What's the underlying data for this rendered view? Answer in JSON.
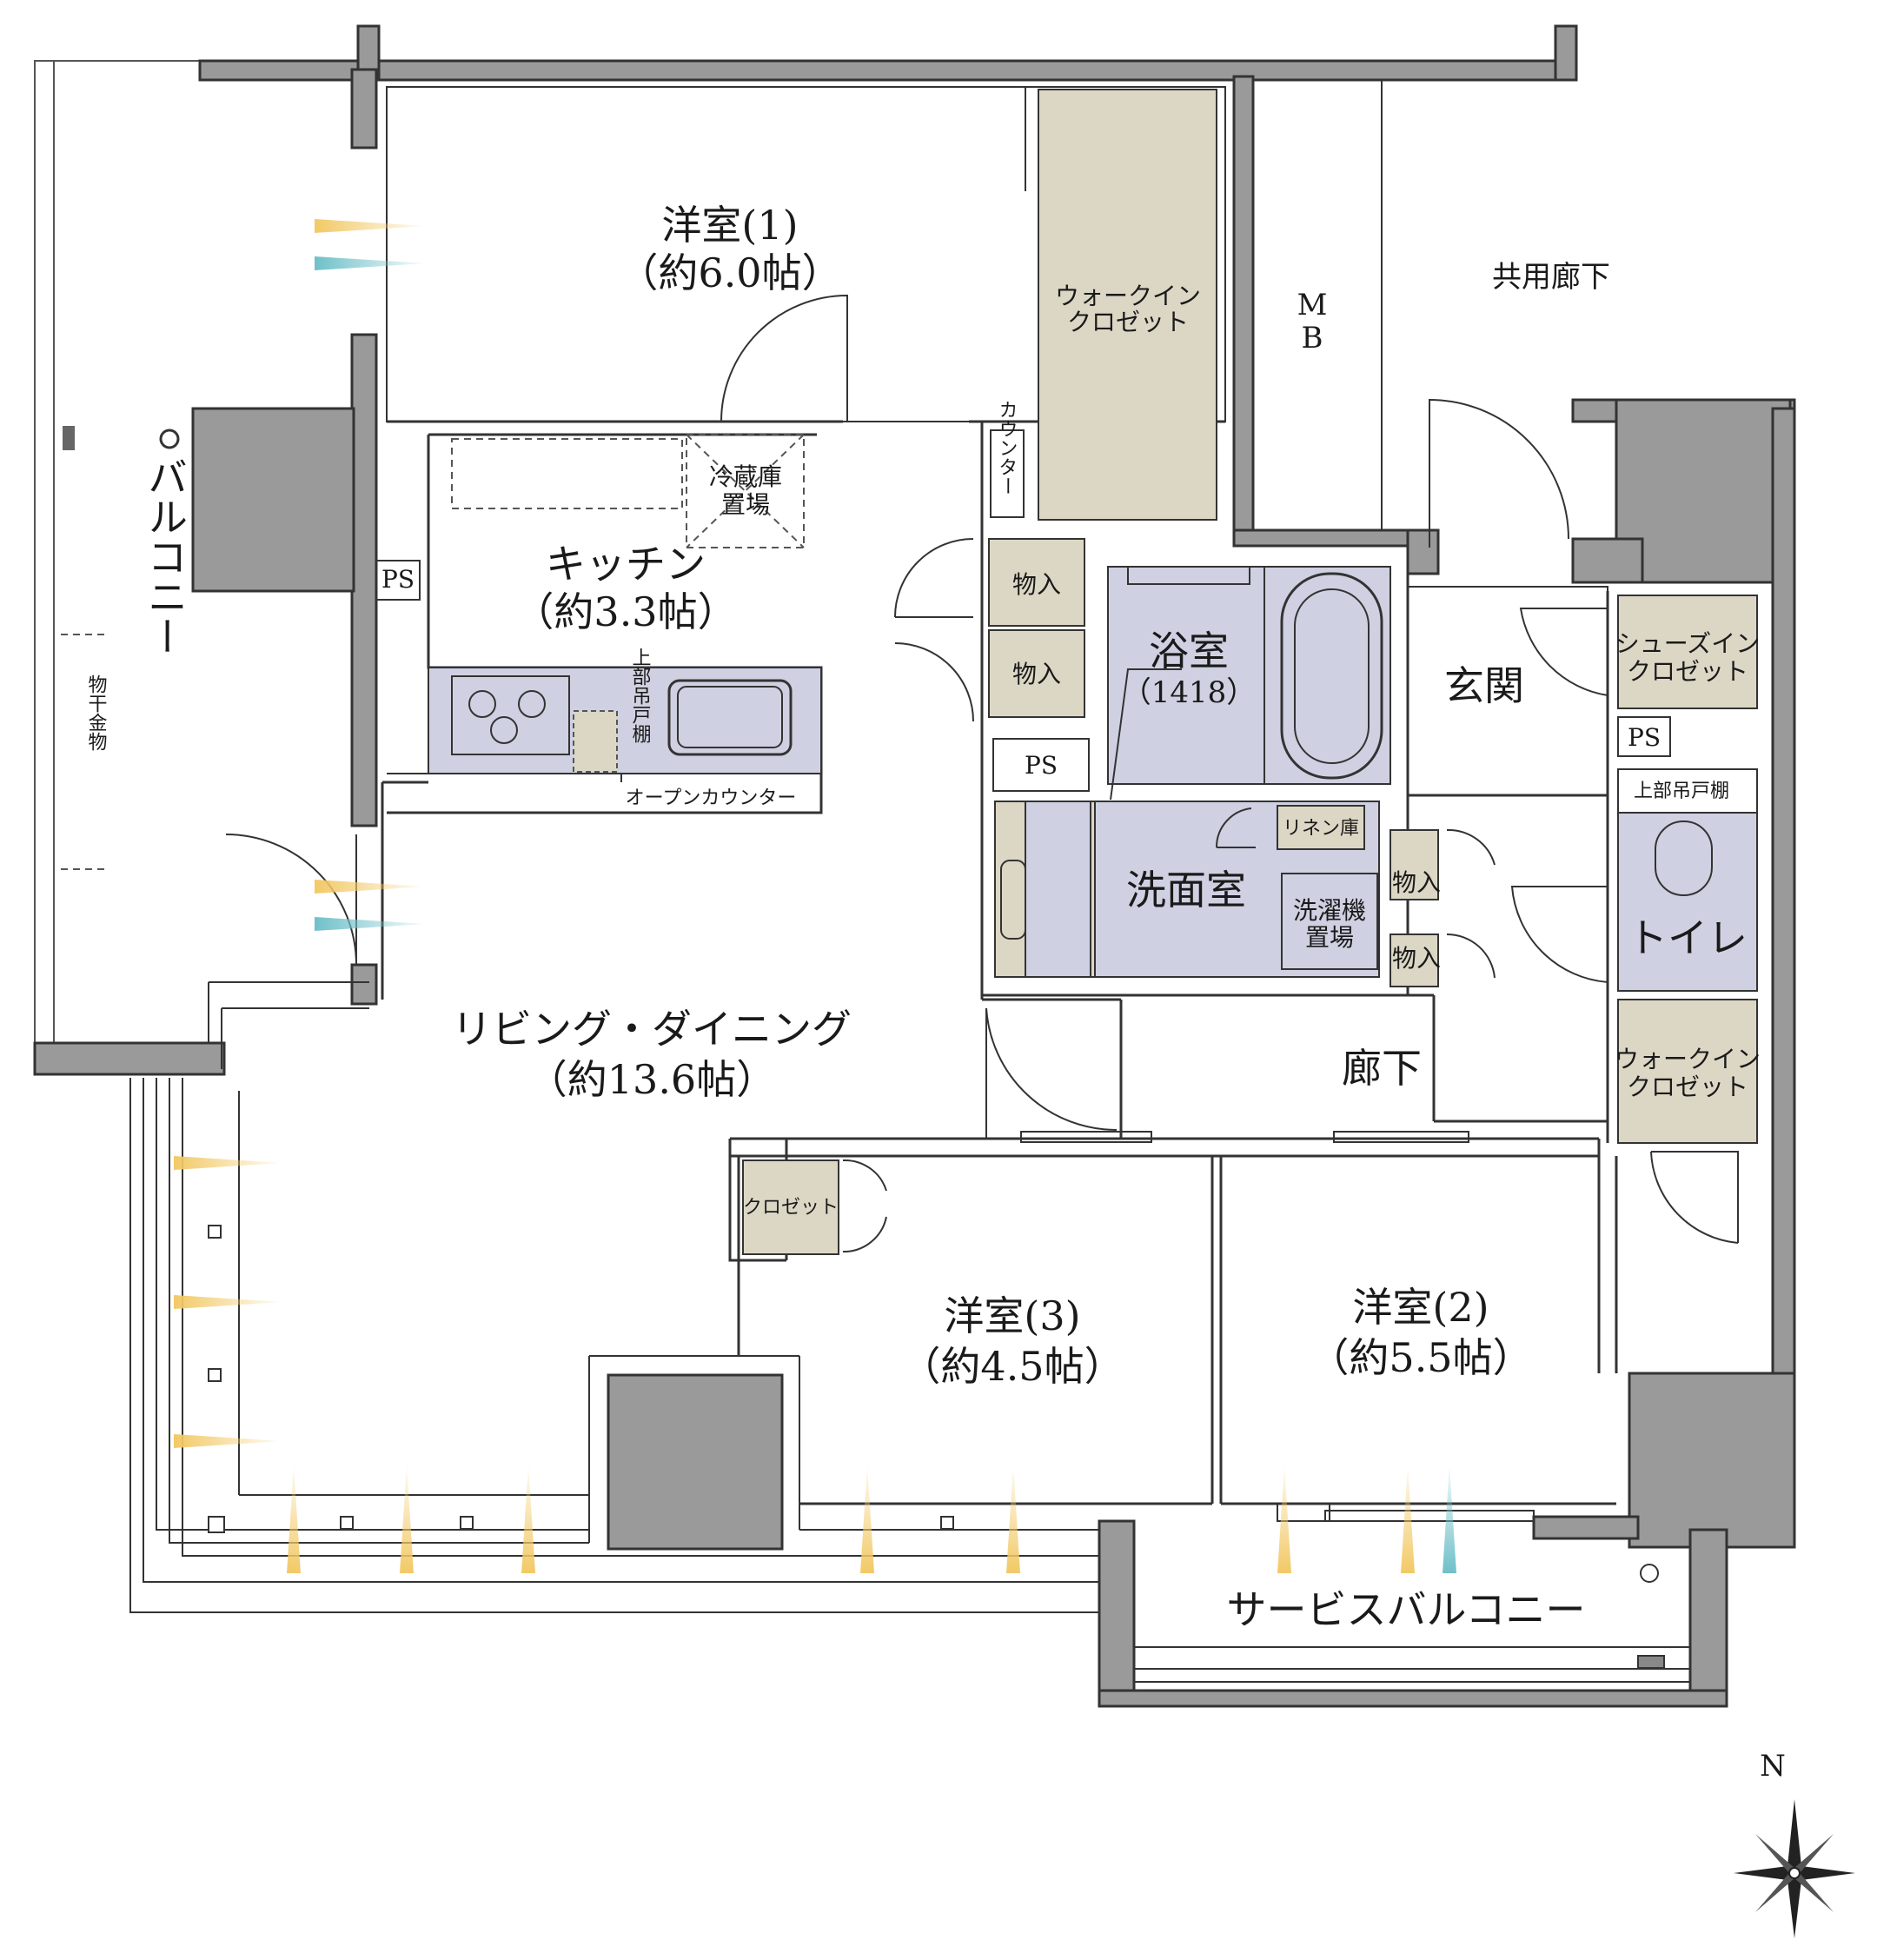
{
  "rooms": {
    "western1": {
      "name": "洋室(1)",
      "size": "（約6.0帖）"
    },
    "western2": {
      "name": "洋室(2)",
      "size": "（約5.5帖）"
    },
    "western3": {
      "name": "洋室(3)",
      "size": "（約4.5帖）"
    },
    "kitchen": {
      "name": "キッチン",
      "size": "（約3.3帖）"
    },
    "living": {
      "name": "リビング・ダイニング",
      "size": "（約13.6帖）"
    },
    "bath": {
      "name": "浴室",
      "size": "（1418）"
    },
    "washroom": "洗面室",
    "entrance": "玄関",
    "toilet": "トイレ",
    "hallway": "廊下",
    "common_corridor": "共用廊下",
    "service_balcony": "サービスバルコニー",
    "balcony": "バルコニー"
  },
  "storage": {
    "walkin1": [
      "ウォークイン",
      "クロゼット"
    ],
    "walkin2": [
      "ウォークイン",
      "クロゼット"
    ],
    "shoes": [
      "シューズイン",
      "クロゼット"
    ],
    "closet": "クロゼット",
    "linen": "リネン庫",
    "monoire": "物入",
    "washer": [
      "洗濯機",
      "置場"
    ],
    "fridge": [
      "冷蔵庫",
      "置場"
    ],
    "upper_shelf": "上部吊戸棚",
    "upper_shelf_v": "上部吊戸棚",
    "counter_v": "カウンター",
    "open_counter": "オープンカウンター",
    "ps": "PS",
    "mb": [
      "M",
      "B"
    ],
    "drying_v": "物干金物"
  },
  "compass": {
    "north": "N"
  },
  "colors": {
    "wall": "#9a9a9a",
    "pillar": "#b3b3b3",
    "storage_fill": "#dcd7c5",
    "wet_fill": "#cfd1e2",
    "light_yellow": "#f2c966",
    "light_blue": "#6fc0c9",
    "line": "#333333"
  }
}
